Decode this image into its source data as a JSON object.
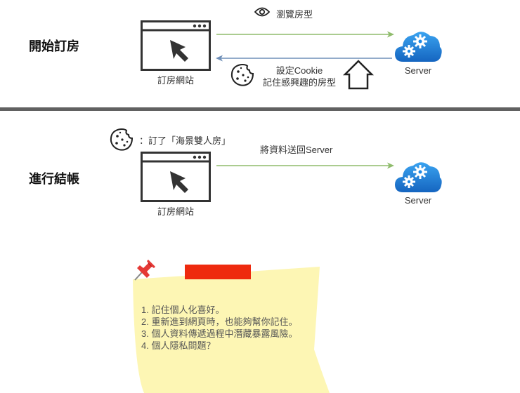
{
  "sections": [
    {
      "title": "開始訂房"
    },
    {
      "title": "進行結帳"
    }
  ],
  "top": {
    "browse_label": "瀏覽房型",
    "site_label": "訂房網站",
    "server_label": "Server",
    "cookie_line1": "設定Cookie",
    "cookie_line2": "記住感興趣的房型"
  },
  "bottom": {
    "cookie_text": "：訂了「海景雙人房」",
    "send_label": "將資料送回Server",
    "site_label": "訂房網站",
    "server_label": "Server"
  },
  "note": {
    "items": [
      "1. 記住個人化喜好。",
      "2. 重新進到網頁時，也能夠幫你記住。",
      "3. 個人資料傳遞過程中潛藏暴露風險。",
      "4. 個人隱私問題？"
    ]
  },
  "colors": {
    "request_arrow": "#8fbc6c",
    "response_arrow": "#6f8fb8",
    "cloud": "#1e88e5",
    "divider": "#616161",
    "note": "#fdf6b0",
    "tape": "#ee2a0e"
  },
  "icons": [
    "eye-icon",
    "browser-window-icon",
    "cloud-gears-icon",
    "cookie-icon",
    "house-icon",
    "pushpin-icon"
  ]
}
